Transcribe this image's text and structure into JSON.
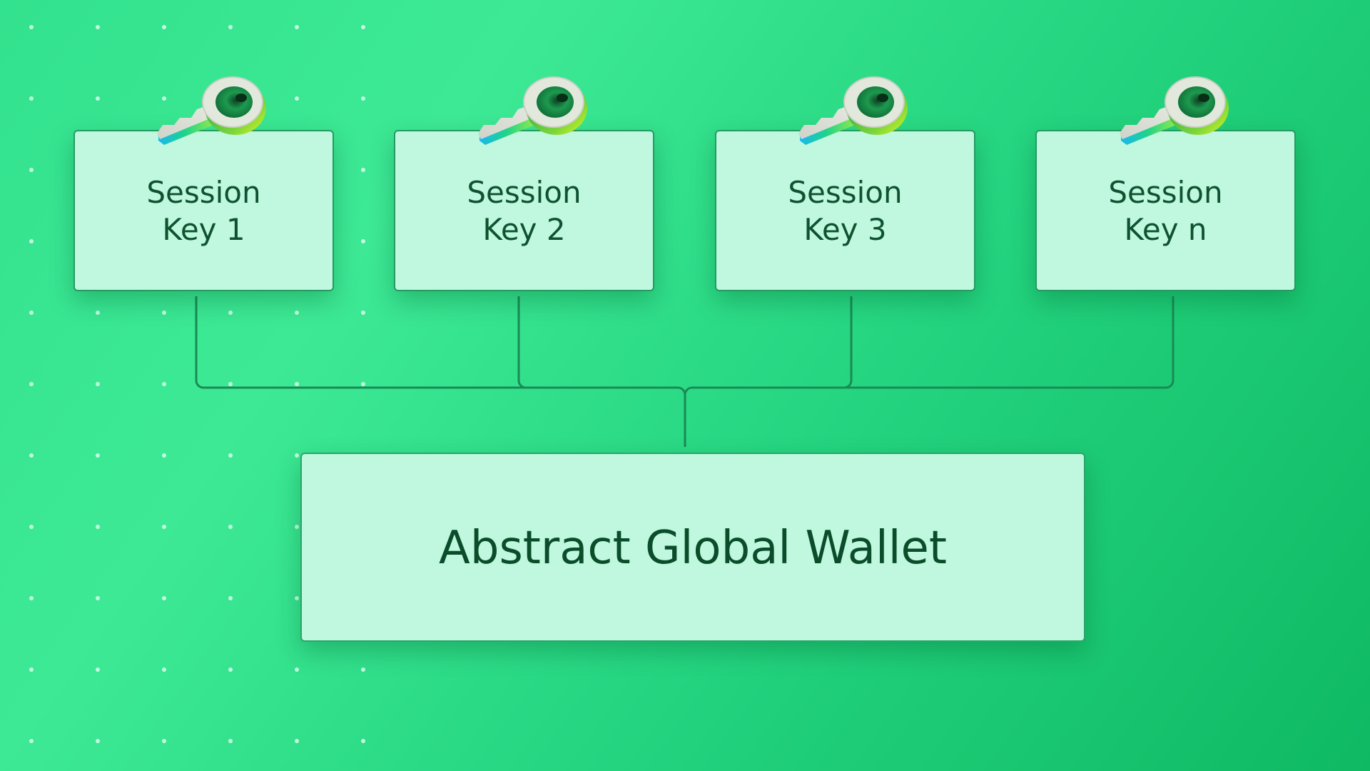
{
  "session_keys": [
    {
      "line1": "Session",
      "line2": "Key 1"
    },
    {
      "line1": "Session",
      "line2": "Key 2"
    },
    {
      "line1": "Session",
      "line2": "Key 3"
    },
    {
      "line1": "Session",
      "line2": "Key n"
    }
  ],
  "wallet": {
    "label": "Abstract Global Wallet"
  },
  "colors": {
    "background": "#2fdc8a",
    "card_fill": "#bff8de",
    "card_border": "#239b62",
    "connector": "#1a8a55",
    "text": "#0f5230"
  },
  "icons": {
    "key": "key-icon"
  }
}
